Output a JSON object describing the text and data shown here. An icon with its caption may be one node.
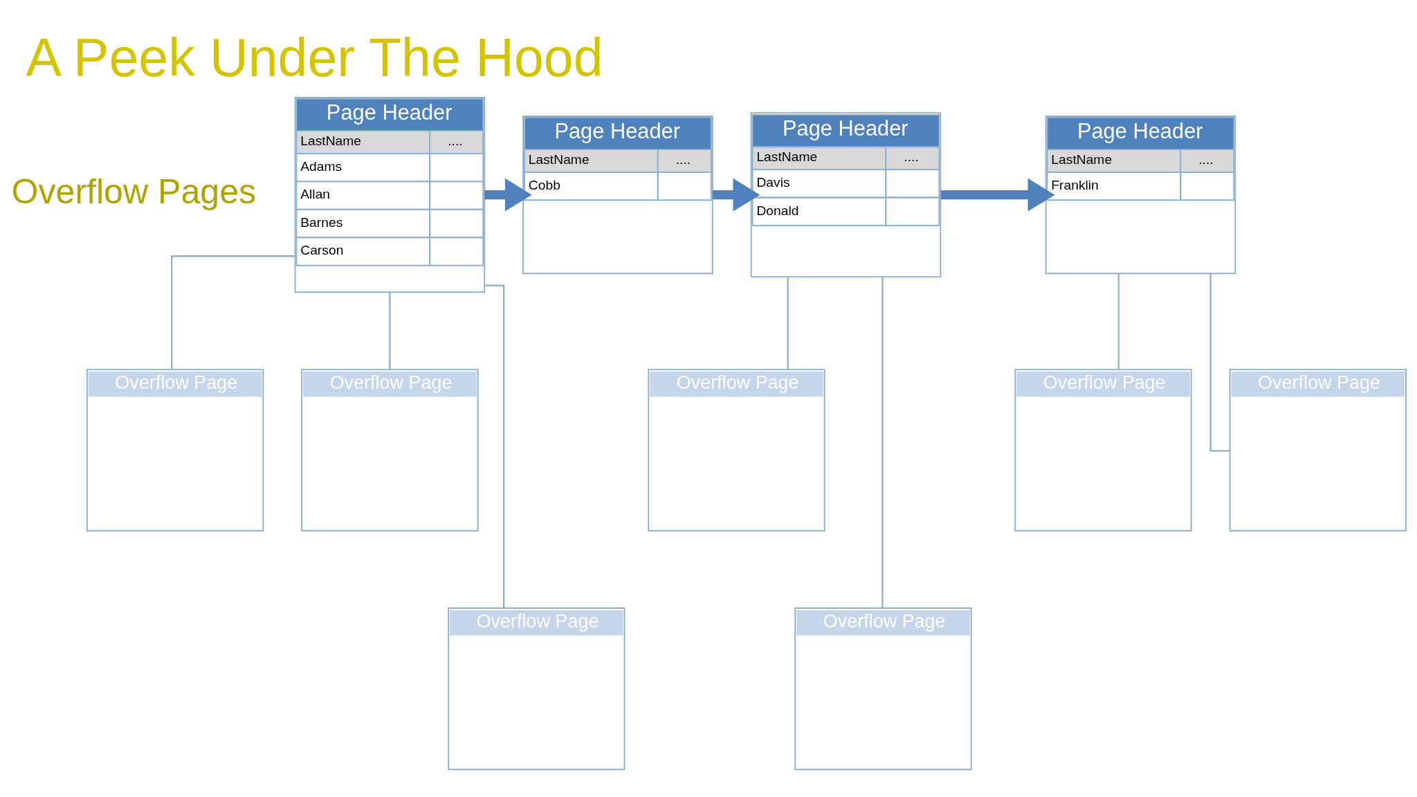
{
  "diagram": {
    "title": "A Peek Under The Hood",
    "nodes": [
      {
        "text": [
          "Page Header",
          "LastName",
          "....",
          "Adams",
          "Allan",
          "Barnes",
          "Carson"
        ]
      },
      {
        "text": [
          "Page Header",
          "LastName",
          "....",
          "Davis",
          "Donald"
        ]
      },
      {
        "text": [
          "Page Header",
          "LastName",
          "....",
          "Cobb"
        ]
      },
      {
        "text": [
          "Page Header",
          "LastName",
          "....",
          "Franklin"
        ]
      },
      {
        "text": [
          "Overflow Page"
        ]
      },
      {
        "text": [
          "Overflow Page"
        ]
      },
      {
        "text": [
          "Overflow Page"
        ]
      },
      {
        "text": [
          "Overflow Page"
        ]
      },
      {
        "text": [
          "Overflow Page"
        ]
      },
      {
        "text": [
          "Overflow Page"
        ]
      },
      {
        "text": [
          "Overflow Page"
        ]
      }
    ],
    "edges": [
      {
        "from": 0,
        "to": 2,
        "arrow": "to",
        "style": "thick",
        "color": "#4f81bd"
      },
      {
        "from": 2,
        "to": 1,
        "arrow": "to",
        "style": "thick",
        "color": "#4f81bd"
      },
      {
        "from": 1,
        "to": 3,
        "arrow": "to",
        "style": "thick",
        "color": "#4f81bd"
      },
      {
        "from": 0,
        "to": 4,
        "arrow": "none"
      },
      {
        "from": 0,
        "to": 10,
        "arrow": "none"
      },
      {
        "from": 0,
        "to": 6,
        "arrow": "none"
      },
      {
        "from": 1,
        "to": 9,
        "arrow": "none"
      },
      {
        "from": 1,
        "to": 7,
        "arrow": "none"
      },
      {
        "from": 3,
        "to": 5,
        "arrow": "none"
      },
      {
        "from": 3,
        "to": 8,
        "arrow": "none"
      }
    ],
    "labels": [
      "Overflow Pages"
    ]
  }
}
